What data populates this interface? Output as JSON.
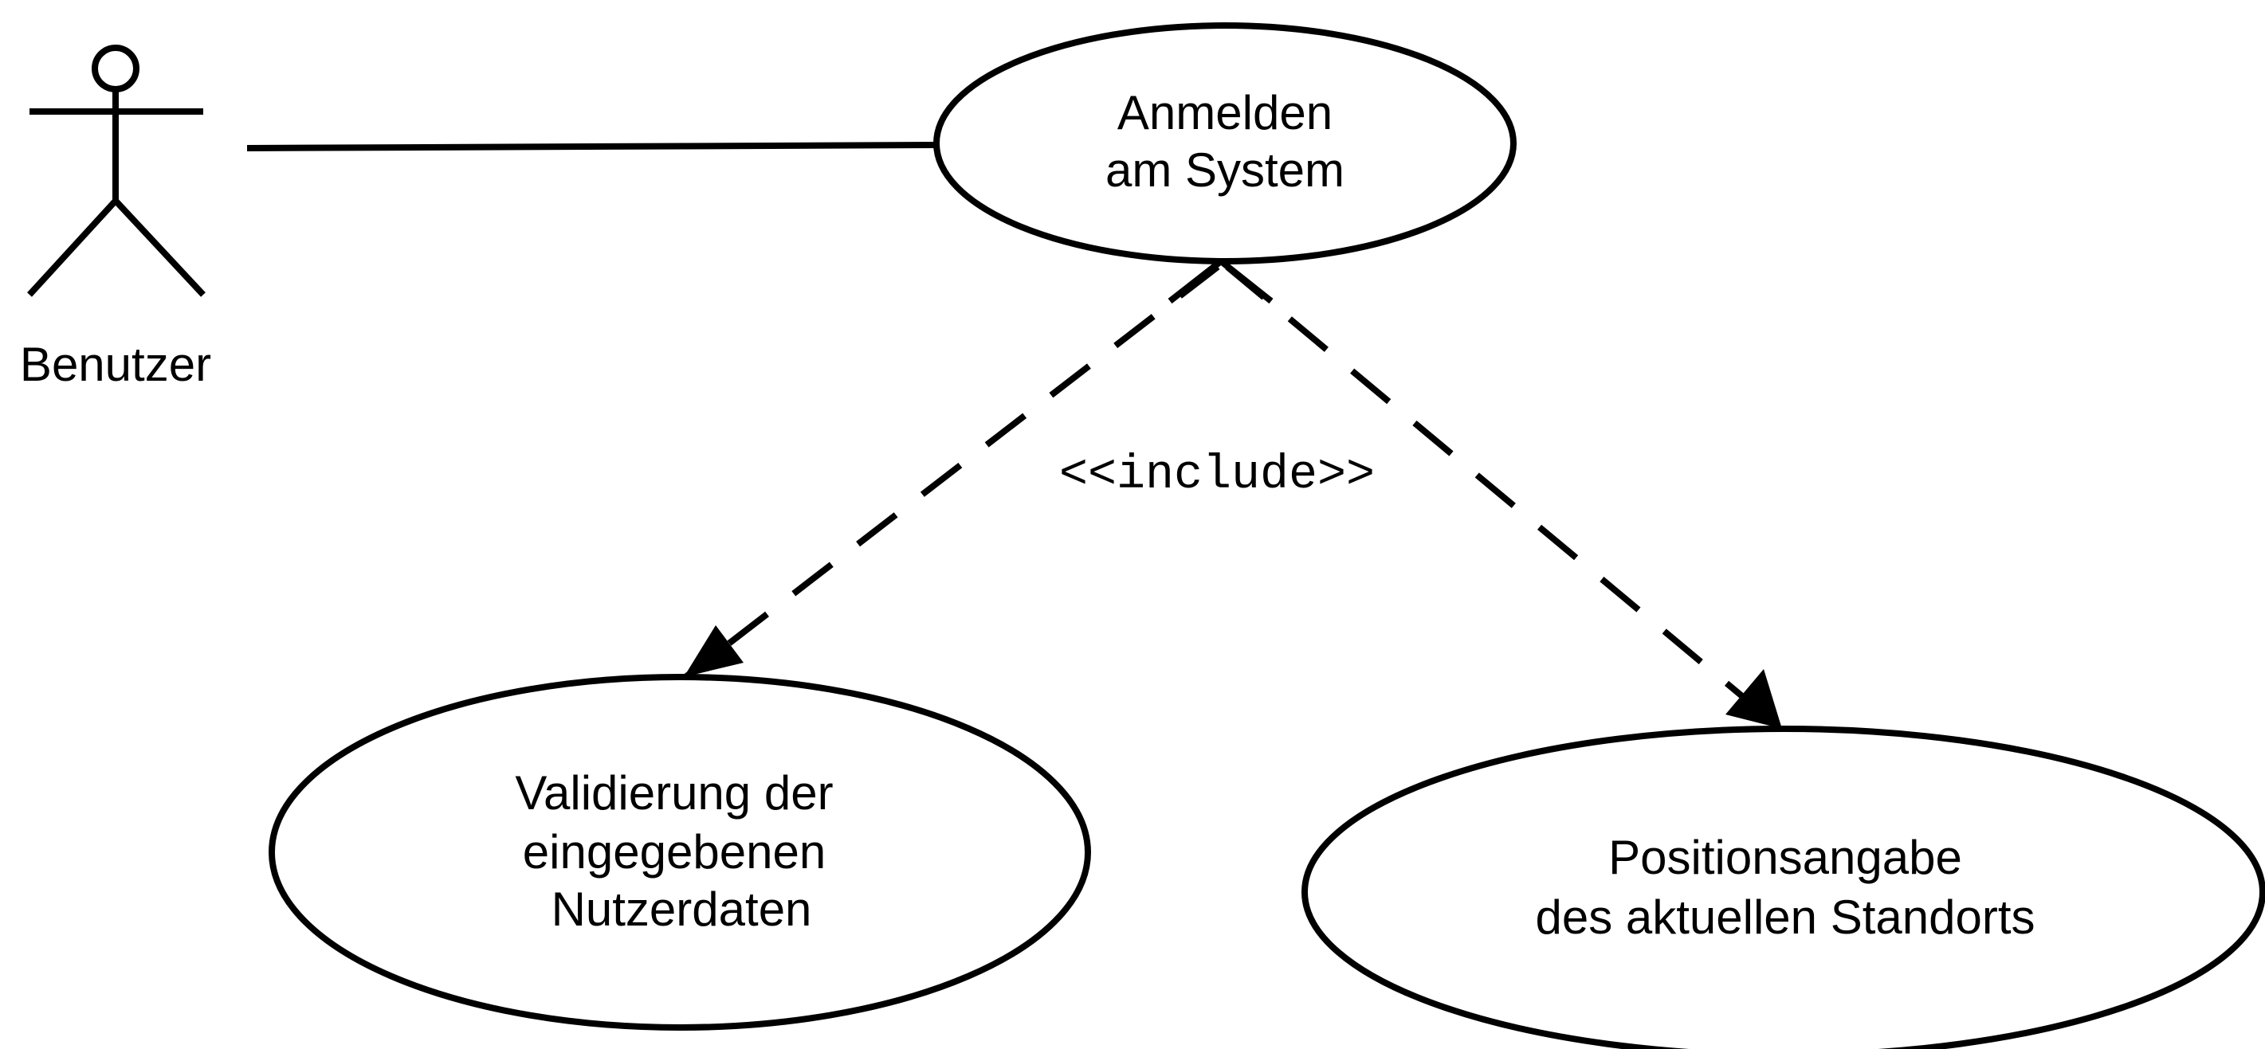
{
  "actor": {
    "name": "Benutzer",
    "icon": "stick-figure-actor-icon"
  },
  "use_cases": {
    "login": {
      "lines": [
        "Anmelden",
        "am System"
      ]
    },
    "validation": {
      "lines": [
        "Validierung der",
        "eingegebenen",
        "Nutzerdaten"
      ]
    },
    "position": {
      "lines": [
        "Positionsangabe",
        "des aktuellen Standorts"
      ]
    }
  },
  "relationships": {
    "association": {
      "from": "Benutzer",
      "to": "Anmelden am System",
      "style": "solid"
    },
    "include": {
      "stereotype": "<<include>>",
      "style": "dashed",
      "from": "Anmelden am System",
      "targets": [
        "Validierung der eingegebenen Nutzerdaten",
        "Positionsangabe des aktuellen Standorts"
      ]
    }
  },
  "colors": {
    "stroke": "#000000",
    "background": "#ffffff"
  }
}
